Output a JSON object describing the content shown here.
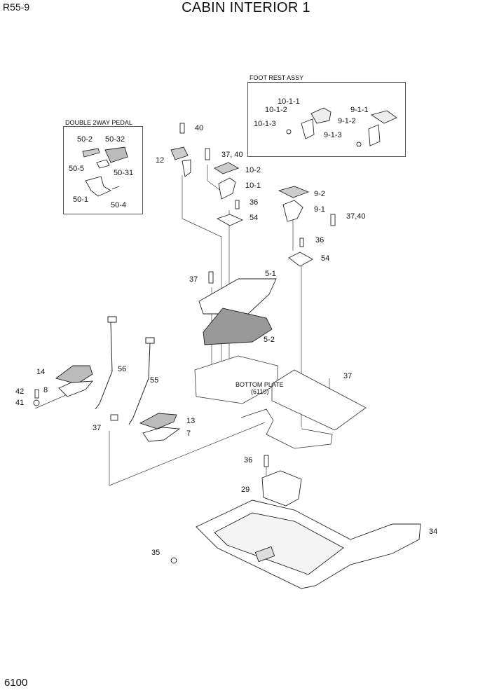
{
  "header": {
    "model": "R55-9",
    "title": "CABIN INTERIOR 1"
  },
  "footer": {
    "page": "6100"
  },
  "boxes": {
    "foot_rest": {
      "title": "FOOT REST ASSY"
    },
    "double_pedal": {
      "title": "DOUBLE 2WAY PEDAL"
    }
  },
  "labels": {
    "l40": "40",
    "l12": "12",
    "l37_40a": "37, 40",
    "l10_2": "10-2",
    "l10_1": "10-1",
    "l36a": "36",
    "l54a": "54",
    "l9_2": "9-2",
    "l9_1": "9-1",
    "l37_40b": "37,40",
    "l36b": "36",
    "l54b": "54",
    "l37a": "37",
    "l5_1": "5-1",
    "l5_2": "5-2",
    "l56": "56",
    "l55": "55",
    "l14": "14",
    "l42": "42",
    "l8": "8",
    "l41": "41",
    "l37b": "37",
    "l13": "13",
    "l7": "7",
    "l37c": "37",
    "l36c": "36",
    "l29": "29",
    "l34": "34",
    "l35": "35",
    "l10_1_1": "10-1-1",
    "l10_1_2": "10-1-2",
    "l10_1_3": "10-1-3",
    "l9_1_1": "9-1-1",
    "l9_1_2": "9-1-2",
    "l9_1_3": "9-1-3",
    "l50_2": "50-2",
    "l50_32": "50-32",
    "l50_5": "50-5",
    "l50_31": "50-31",
    "l50_1": "50-1",
    "l50_4": "50-4",
    "bottom_plate": "BOTTOM PLATE",
    "bottom_plate_ref": "(6110)"
  }
}
